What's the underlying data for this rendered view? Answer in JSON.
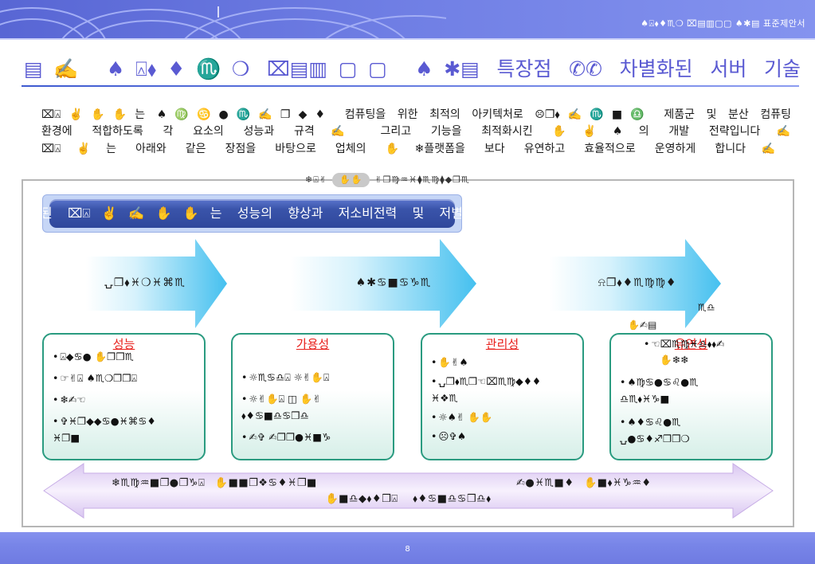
{
  "header": {
    "title": "♠⍓⬧♦♏❍ ⌧▤▥▢▢ ♠✱▤ 표준제안서"
  },
  "title": {
    "text": "▤✍ ♠⍓⬧♦♏❍ ⌧▤▥▢▢ ♠✱▤ 특장점 ✆✆ 차별화된 서버 기술"
  },
  "intro": {
    "lines": [
      "⌧⍓✌✋✋는 ♠♍♋●♏✍❐◆♦ 컴퓨팅을 위한 최적의 아키텍처로 ☹❐⬧✍♏■♎ 제품군 및 분산 컴퓨팅",
      "환경에 적합하도록 각 요소의 성능과 규격✍ 그리고 기능을 최적화시킨 ✋✌♠의 개발 전략입니다✍",
      "⌧⍓✌는 아래와 같은 장점을 바탕으로 업체의 ✋❄플랫폼을 보다 유연하고 효율적으로 운영하게 합니다✍"
    ]
  },
  "architecture": {
    "label": {
      "prefix": "❄⍓✌",
      "highlight": "✋✋",
      "suffix": "✌❒♍♒♓⧫♏♍⧫◆❒♏"
    },
    "banner": "된 ⌧⍓✌✍✋✋는 성능의 향상과 저소비전력 및 저별",
    "arrows": [
      {
        "label": "⍽❐⬧♓❍♓⌘♏"
      },
      {
        "label": "♠✱♋■♋♑♏"
      },
      {
        "label": "⍾❐⬧♦♏♍♍♦",
        "overflow": [
          "♏♎",
          "✋✍▤"
        ]
      }
    ],
    "cards": [
      {
        "title": "성능",
        "items": [
          [
            "⍓◆♋● ✋❐❒♏"
          ],
          [
            "☞✌⍓ ♠♏❍❐❒⍓"
          ],
          [
            "❄✍☜"
          ],
          [
            "✞♓❐◆◆♋●♓⌘♋♦",
            "♓❐■"
          ]
        ]
      },
      {
        "title": "가용성",
        "items": [
          [
            "☼♏♋♎⍓ ☼✌✋⍓"
          ],
          [
            "☼✌✋⍓ ◫ ✋✌",
            "⬧♦♋■♎♋❒♎"
          ],
          [
            "✍✞ ✍❐❐●♓■♑"
          ]
        ]
      },
      {
        "title": "관리성",
        "items": [
          [
            "✋✌♠"
          ],
          [
            "⍽❐⬧♏❒☜⌧♏♍◆♦♦",
            "♓❖♏"
          ],
          [
            "☼♠✌ ✋✋"
          ],
          [
            "☹✞♠"
          ]
        ]
      },
      {
        "title": "유연성",
        "overlay": [
          "☜⌧♏♍♓♎⬧⬧✍",
          "✋❄❄"
        ],
        "items": [
          [
            "♠♍♋●♋♌●♏",
            "♎♏⬧♓♑■"
          ],
          [
            "♠♦♋♌●♏",
            "⍽●♋♦♐❐❒❍"
          ]
        ]
      }
    ],
    "bottom_arrow": {
      "left": "❄♏♍♒■❐●❐♑⍓ ✋■■❐❖♋♦♓❐■",
      "right": "✍●♓♏■♦ ✋■⬧♓♑♒♦",
      "center": "✋■♎◆⬧♦❒⍓ ⬧♦♋■♎♋❒♎⬧"
    }
  },
  "footer": {
    "page_number": "8"
  },
  "colors": {
    "header": "#6f7ee4",
    "title": "#5a5ad2",
    "banner": "#3a54aa",
    "card-border": "#2a9b80",
    "card-heading": "#e8201c",
    "footer": "#7885e8"
  }
}
